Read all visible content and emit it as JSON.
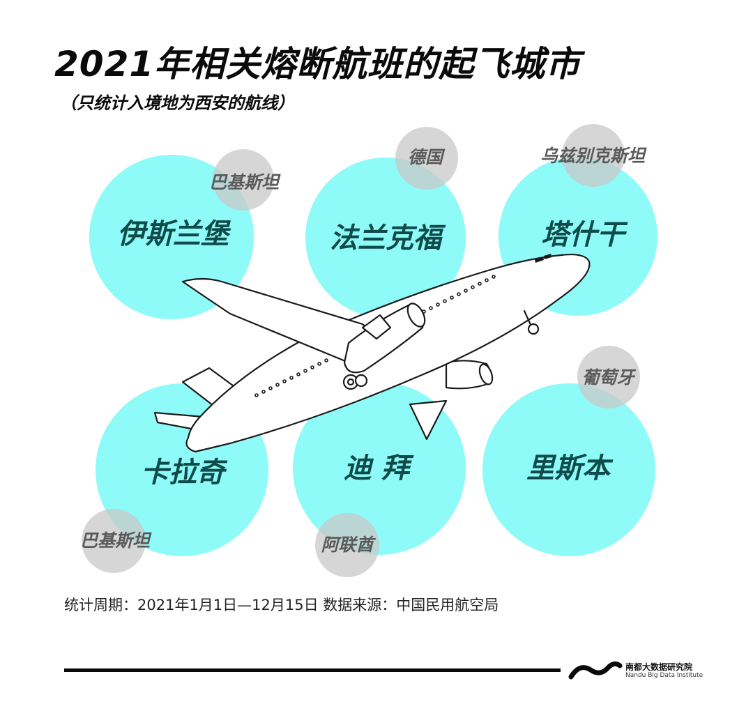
{
  "title": "2021年相关熔断航班的起飞城市",
  "subtitle": "（只统计入境地为西安的航线）",
  "cities": [
    {
      "name": "伊斯兰堡",
      "country": "巴基斯坦"
    },
    {
      "name": "法兰克福",
      "country": "德国"
    },
    {
      "name": "塔什干",
      "country": "乌兹别克斯坦"
    },
    {
      "name": "卡拉奇",
      "country": "巴基斯坦"
    },
    {
      "name": "迪 拜",
      "country": "阿联酋"
    },
    {
      "name": "里斯本",
      "country": "葡萄牙"
    }
  ],
  "footnote": "统计周期：2021年1月1日—12月15日   数据来源：中国民用航空局",
  "logo": {
    "cn": "南都大数据研究院",
    "en": "Nandu Big Data Institute",
    "icon": "wave-logo-icon"
  },
  "colors": {
    "city_circle": "#8ffbf8",
    "city_text": "#0f4b4b",
    "country_bubble": "#c8c8c8"
  }
}
